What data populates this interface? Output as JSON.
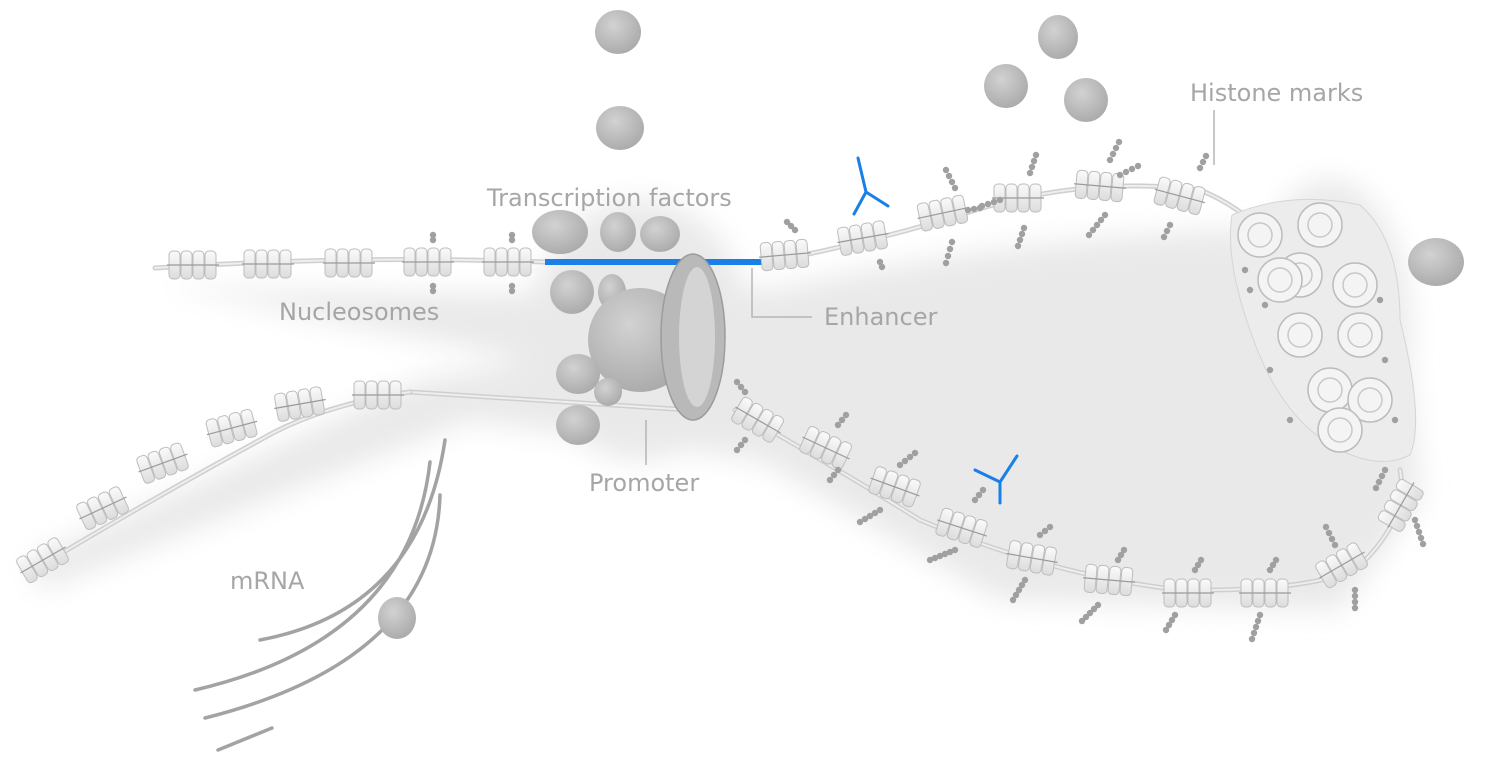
{
  "labels": {
    "transcription_factors": "Transcription factors",
    "histone_marks": "Histone marks",
    "nucleosomes": "Nucleosomes",
    "enhancer": "Enhancer",
    "promoter": "Promoter",
    "mrna": "mRNA"
  },
  "colors": {
    "dna_highlight": "#1a7fe6",
    "protein": "#c4c4c4",
    "protein_dark": "#a9a9a9",
    "nucleosome": "#f0f0f0",
    "nucleosome_edge": "#bdbdbd",
    "label": "#a6a6a6",
    "dna": "#cfcfcf",
    "mrna": "#9a9a9a",
    "histone_mark": "#a0a0a0"
  }
}
